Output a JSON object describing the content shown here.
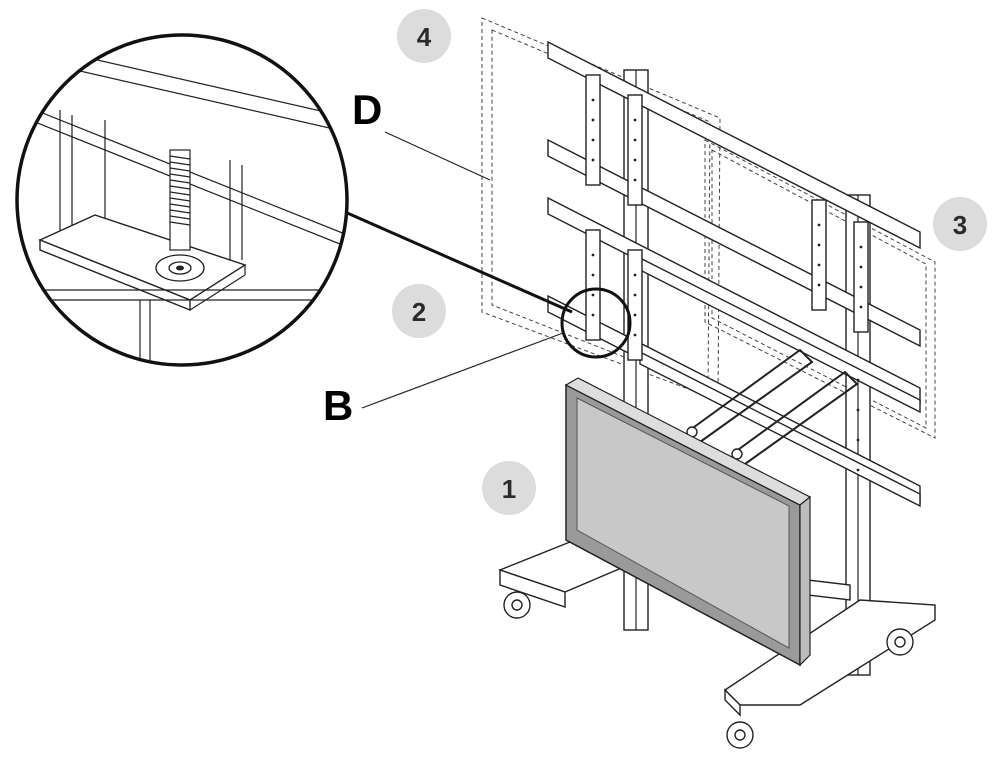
{
  "callouts": {
    "c1": "1",
    "c2": "2",
    "c3": "3",
    "c4": "4"
  },
  "letters": {
    "b": "B",
    "d": "D"
  },
  "colors": {
    "screen": "#c8c8c8",
    "badge": "#dcdcdc",
    "line": "#222222"
  }
}
